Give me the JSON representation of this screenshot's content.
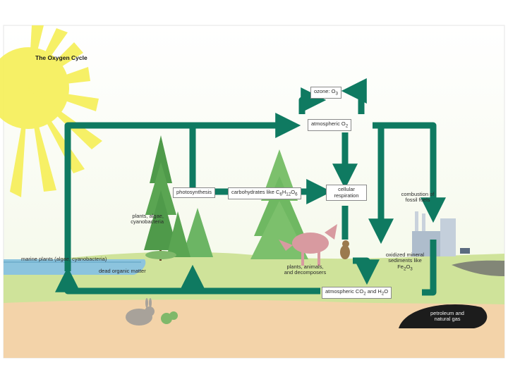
{
  "diagram": {
    "title": "The Oxygen Cycle",
    "labels": {
      "ozone": "ozone: O",
      "ozone_sub": "3",
      "atmospheric_o2": "atmospheric O",
      "atmospheric_o2_sub": "2",
      "photosynthesis": "photosynthesis",
      "carbohydrates_pre": "carbohydrates like C",
      "carbohydrates_6a": "6",
      "carbohydrates_h": "H",
      "carbohydrates_12": "12",
      "carbohydrates_o": "O",
      "carbohydrates_6b": "6",
      "cellular_respiration": "cellular respiration",
      "combustion": "combustion of fossil fuels",
      "plants_algae": "plants, algae, cyanobacteria",
      "marine_plants": "marine plants (algae, cyanobacteria)",
      "dead_organic": "dead organic matter",
      "plants_animals": "plants, animals, and decomposers",
      "oxidized_pre": "oxidized mineral sediments like Fe",
      "oxidized_2": "2",
      "oxidized_o": "O",
      "oxidized_3": "3",
      "atm_co2_pre": "atmospheric CO",
      "atm_co2_2": "2",
      "atm_co2_and": " and H",
      "atm_co2_h2o_2": "2",
      "atm_co2_o": "O",
      "petroleum": "petroleum and natural gas"
    },
    "colors": {
      "arrow": "#0f7a61",
      "sun": "#f6ef5a",
      "ground": "#f3d3a9",
      "grass": "#cfe39a",
      "water": "#8cc4de",
      "tree": "#4f9a4a",
      "oil": "#1c1c1c"
    }
  }
}
